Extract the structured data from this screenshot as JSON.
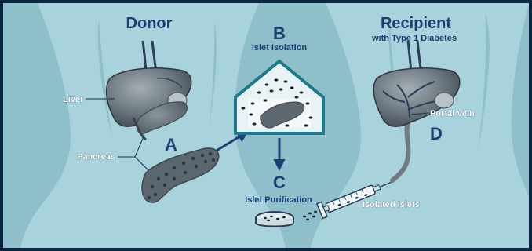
{
  "donor": {
    "title": "Donor",
    "liver_label": "Liver",
    "pancreas_label": "Pancreas"
  },
  "recipient": {
    "title": "Recipient",
    "subtitle": "with Type 1 Diabetes",
    "portal_vein_label": "Portal Vein"
  },
  "steps": {
    "a": {
      "letter": "A"
    },
    "b": {
      "letter": "B",
      "caption": "Islet Isolation"
    },
    "c": {
      "letter": "C",
      "caption": "Islet Purification"
    },
    "d": {
      "letter": "D"
    }
  },
  "islets_label": "Isolated Islets",
  "colors": {
    "frame": "#0b2640",
    "background": "#8fbfca",
    "body": "#a9d3dc",
    "text": "#1b3f74",
    "liver": "#5d6870",
    "pancreas": "#6d7880",
    "arrow": "#1b3f74"
  }
}
